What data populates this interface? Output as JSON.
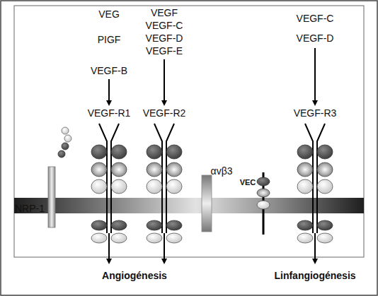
{
  "diagram": {
    "labels": [
      "VEG",
      "PIGF",
      "VEGF-B",
      "VEGF",
      "VEGF-C",
      "VEGF-D",
      "VEGF-E",
      "VEGF-C",
      "VEGF-D",
      "VEGF-R1",
      "VEGF-R2",
      "VEGF-R3",
      "NRP-1",
      "VEC",
      "αvβ3",
      "Angiogénesis",
      "Linfangiogénesis"
    ]
  }
}
